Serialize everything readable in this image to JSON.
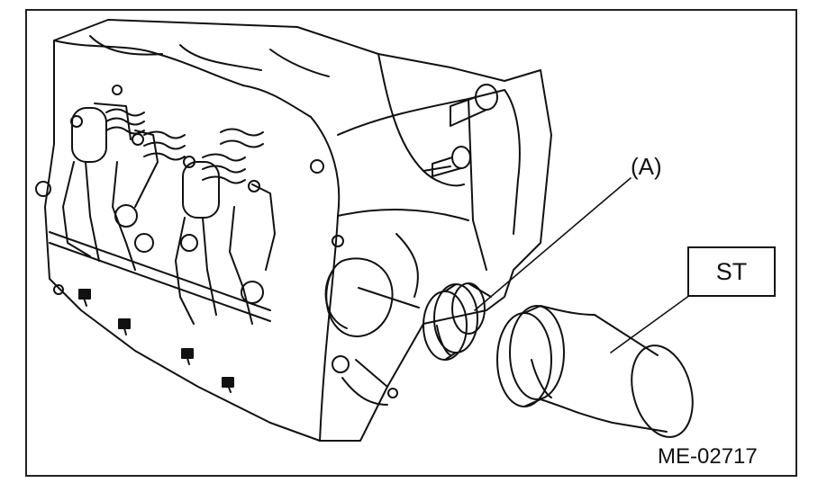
{
  "figure": {
    "callout_a": "(A)",
    "st_label": "ST",
    "figure_id": "ME-02717"
  },
  "colors": {
    "line": "#111111",
    "background": "#ffffff"
  }
}
